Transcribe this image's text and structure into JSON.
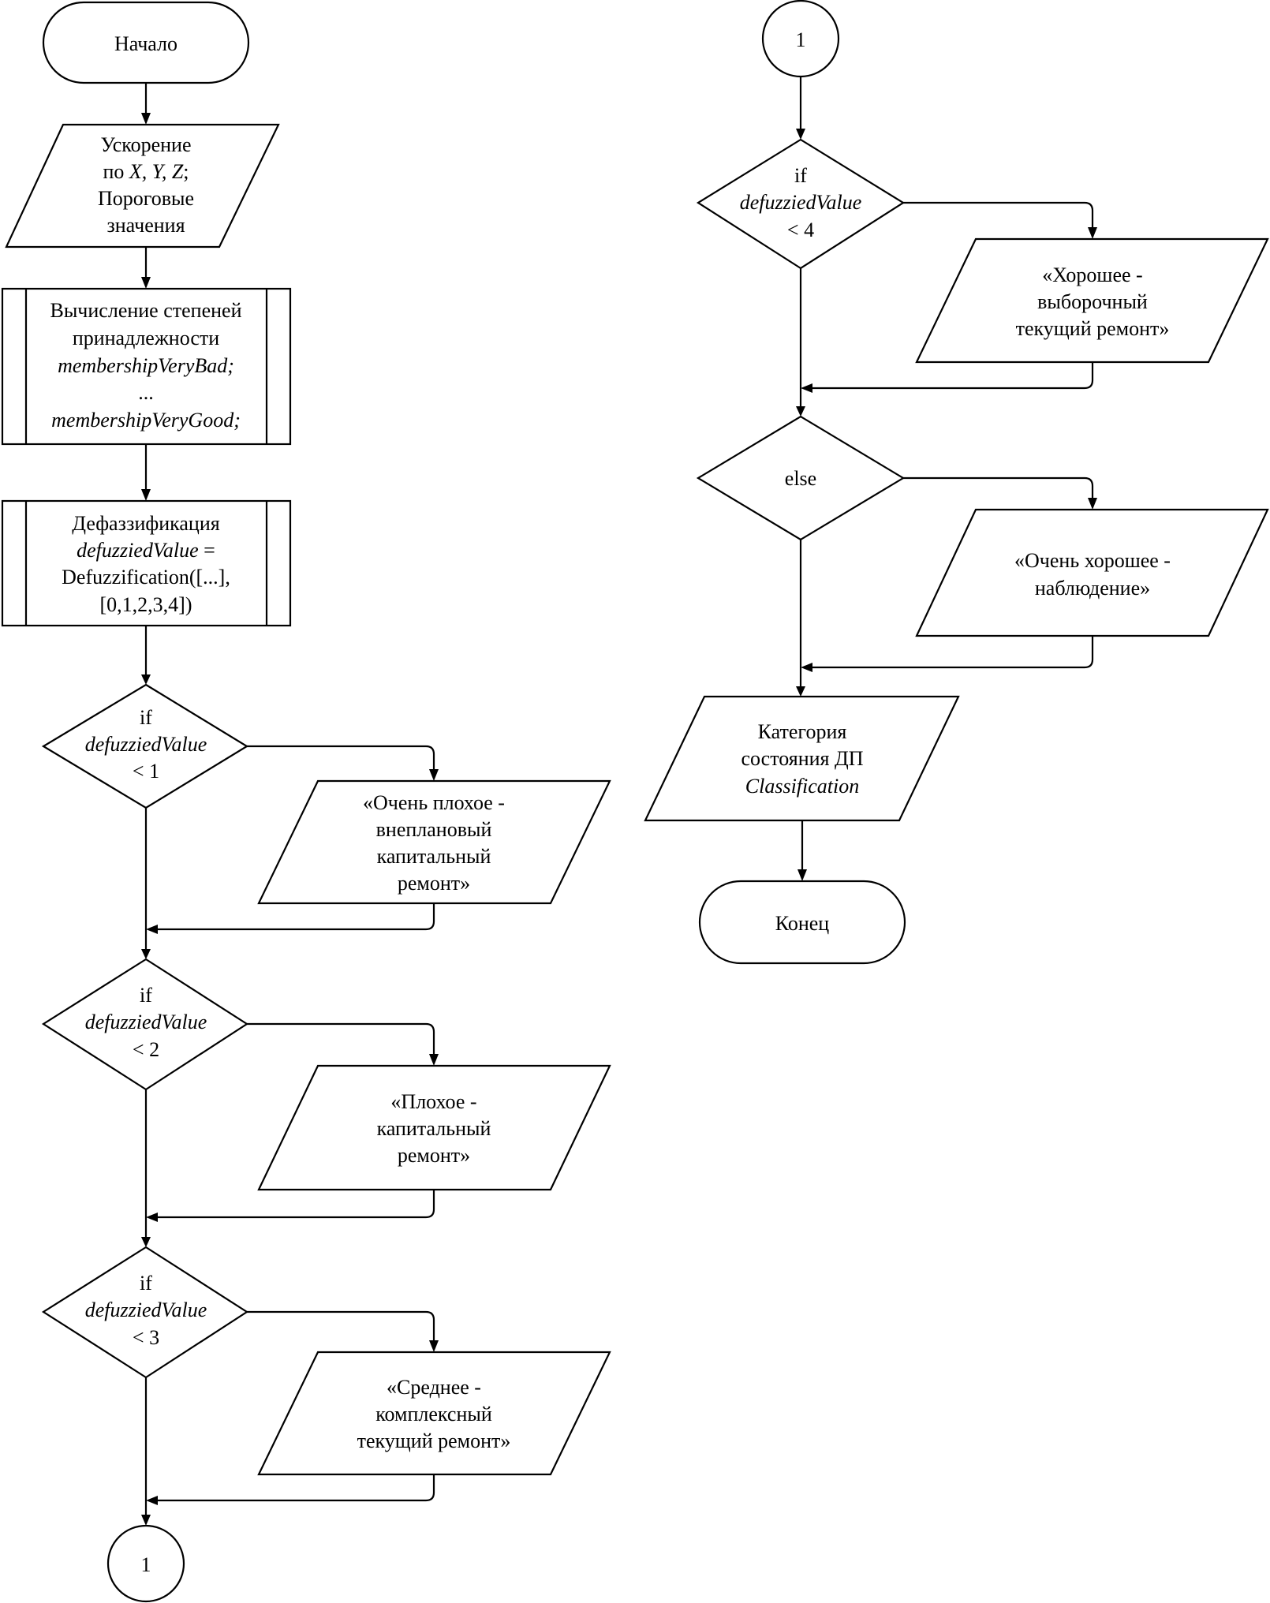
{
  "start": {
    "label": "Начало"
  },
  "input_accel": {
    "line1": "Ускорение",
    "line2_prefix": "по ",
    "line2_vars": "X, Y, Z",
    "line2_suffix": ";",
    "line3": "Пороговые",
    "line4": "значения"
  },
  "membership": {
    "line1": "Вычисление степеней",
    "line2": "принадлежности",
    "line3": "membershipVeryBad;",
    "line4": "...",
    "line5": "membershipVeryGood;"
  },
  "defuzz": {
    "line1": "Дефаззификация",
    "line2_var": "defuzziedValue",
    "line2_op": " =",
    "line3": "Defuzzification([...],",
    "line4": "[0,1,2,3,4])"
  },
  "decision1": {
    "kw": "if",
    "var": "defuzziedValue",
    "cond": "< 1"
  },
  "output1": {
    "line1": "«Очень плохое -",
    "line2": "внеплановый",
    "line3": "капитальный",
    "line4": "ремонт»"
  },
  "decision2": {
    "kw": "if",
    "var": "defuzziedValue",
    "cond": "< 2"
  },
  "output2": {
    "line1": "«Плохое -",
    "line2": "капитальный",
    "line3": "ремонт»"
  },
  "decision3": {
    "kw": "if",
    "var": "defuzziedValue",
    "cond": "< 3"
  },
  "output3": {
    "line1": "«Среднее -",
    "line2": "комплексный",
    "line3": "текущий ремонт»"
  },
  "connector_out": {
    "label": "1"
  },
  "connector_in": {
    "label": "1"
  },
  "decision4": {
    "kw": "if",
    "var": "defuzziedValue",
    "cond": "< 4"
  },
  "output4": {
    "line1": "«Хорошее -",
    "line2": "выборочный",
    "line3": "текущий ремонт»"
  },
  "decision5": {
    "kw": "else"
  },
  "output5": {
    "line1": "«Очень хорошее -",
    "line2": "наблюдение»"
  },
  "result": {
    "line1": "Категория",
    "line2": "состояния ДП",
    "line3": "Classification"
  },
  "end": {
    "label": "Конец"
  }
}
